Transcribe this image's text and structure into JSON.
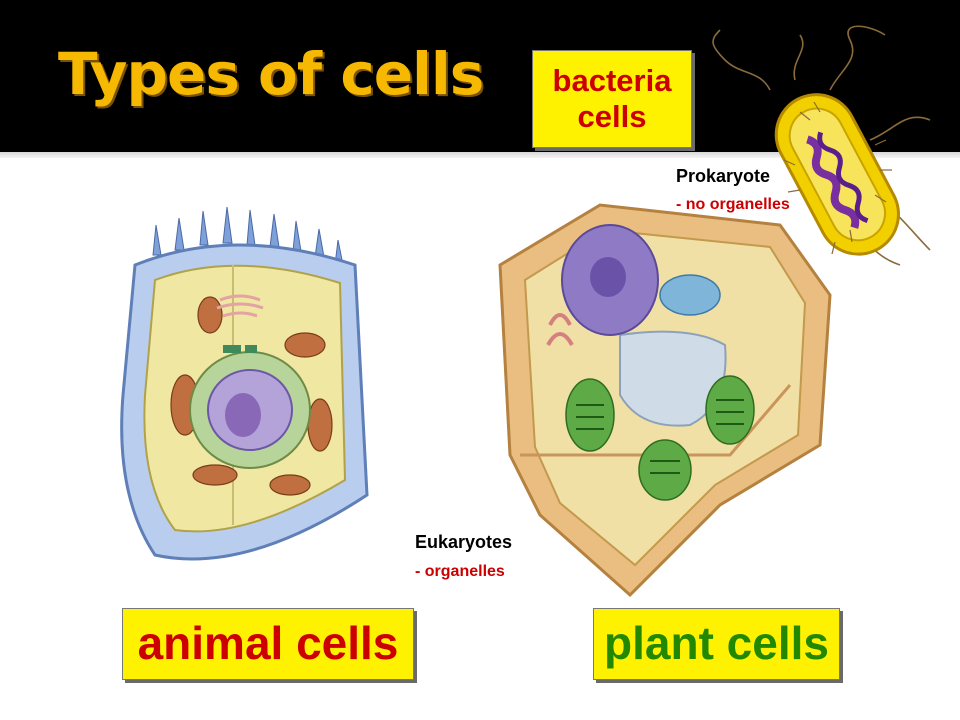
{
  "slide": {
    "title": "Types of cells"
  },
  "labels": {
    "bacteria_line1": "bacteria",
    "bacteria_line2": "cells",
    "animal": "animal cells",
    "plant": "plant cells"
  },
  "annotations": {
    "prokaryote_title": "Prokaryote",
    "prokaryote_note": "- no organelles",
    "eukaryote_title": "Eukaryotes",
    "eukaryote_note": "- organelles"
  },
  "colors": {
    "header_background": "#000000",
    "title": "#f6b800",
    "label_background": "#fff200",
    "label_red_text": "#cc0000",
    "label_green_text": "#228800"
  }
}
